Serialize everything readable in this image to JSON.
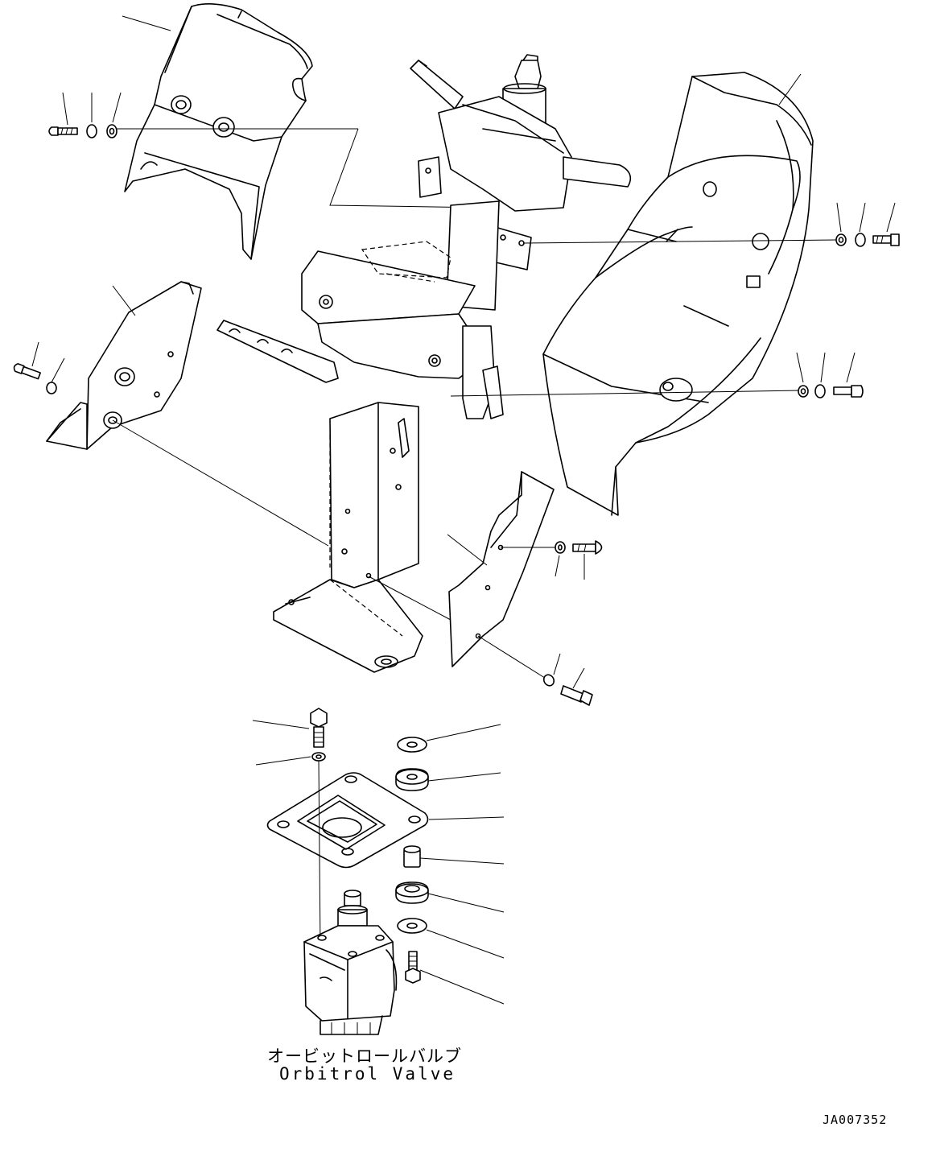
{
  "diagram": {
    "caption_japanese": "オービットロールバルブ",
    "caption_english": "Orbitrol Valve",
    "drawing_code": "JA007352"
  },
  "parts": [
    {
      "name": "steering-column-upper-cover"
    },
    {
      "name": "steering-column-left-side-cover"
    },
    {
      "name": "steering-column-right-side-cover"
    },
    {
      "name": "steering-column-lower-cover"
    },
    {
      "name": "steering-column-frame"
    },
    {
      "name": "orbitrol-valve"
    },
    {
      "name": "mounting-plate"
    }
  ]
}
